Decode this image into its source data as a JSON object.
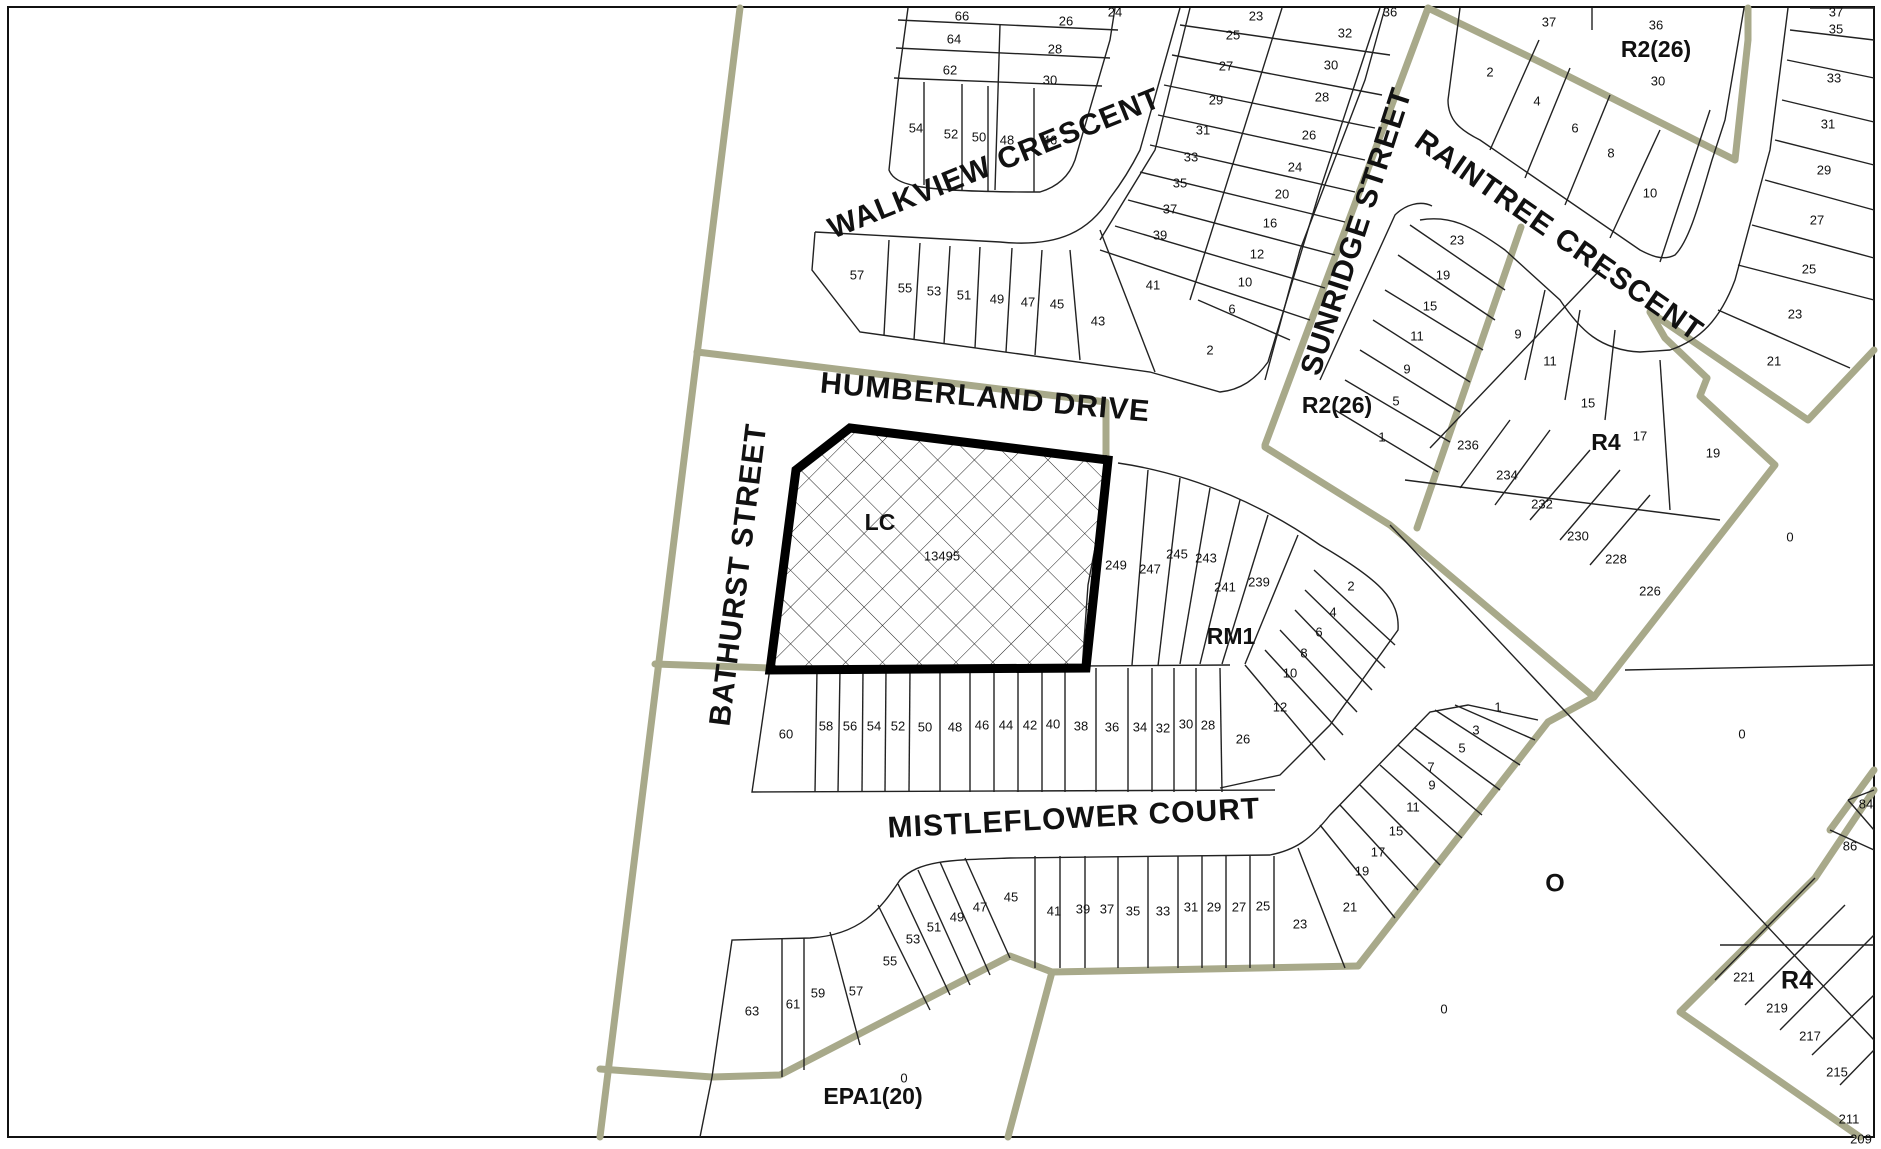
{
  "streets": {
    "walkview": "WALKVIEW CRESCENT",
    "humberland": "HUMBERLAND DRIVE",
    "bathurst": "BATHURST STREET",
    "sunridge": "SUNRIDGE STREET",
    "raintree": "RAINTREE CRESCENT",
    "mistleflower": "MISTLEFLOWER COURT"
  },
  "zones": {
    "lc": "LC",
    "rm1": "RM1",
    "r2_26_a": "R2(26)",
    "r2_26_b": "R2(26)",
    "r4_a": "R4",
    "r4_b": "R4",
    "o": "O",
    "epa1": "EPA1(20)"
  },
  "subject_site": {
    "lot_number": "13495"
  },
  "lots": {
    "walkview_top": [
      "66",
      "64",
      "62",
      "26",
      "28",
      "30",
      "54",
      "52",
      "50",
      "48",
      "46",
      "24"
    ],
    "walkview_bottom": [
      "57",
      "55",
      "53",
      "51",
      "49",
      "47",
      "45",
      "43"
    ],
    "sunridge_west": [
      "23",
      "25",
      "27",
      "29",
      "31",
      "33",
      "35",
      "37",
      "39",
      "41",
      "32",
      "30",
      "28",
      "26",
      "24",
      "20",
      "16",
      "12",
      "10",
      "6",
      "2",
      "36"
    ],
    "raintree": [
      "37",
      "36",
      "2",
      "4",
      "6",
      "8",
      "10",
      "30",
      "37",
      "35",
      "33",
      "31",
      "29",
      "27",
      "25",
      "23",
      "21"
    ],
    "sunridge_east": [
      "23",
      "19",
      "15",
      "11",
      "9",
      "5",
      "1",
      "236",
      "234",
      "232",
      "230",
      "228",
      "226",
      "9",
      "11",
      "15",
      "17",
      "19"
    ],
    "rm1_north": [
      "249",
      "247",
      "245",
      "243",
      "241",
      "239",
      "2",
      "4",
      "6",
      "8",
      "10",
      "12"
    ],
    "mistleflower_north": [
      "60",
      "58",
      "56",
      "54",
      "52",
      "50",
      "48",
      "46",
      "44",
      "42",
      "40",
      "38",
      "36",
      "34",
      "32",
      "30",
      "28",
      "26"
    ],
    "mistleflower_south": [
      "63",
      "61",
      "59",
      "57",
      "55",
      "53",
      "51",
      "49",
      "47",
      "45",
      "41",
      "39",
      "37",
      "35",
      "33",
      "31",
      "29",
      "27",
      "25",
      "23",
      "21",
      "19",
      "17",
      "15",
      "11",
      "9",
      "7",
      "5",
      "3",
      "1"
    ],
    "east": [
      "0",
      "0",
      "0",
      "0",
      "84",
      "86",
      "221",
      "219",
      "217",
      "215",
      "211",
      "209"
    ]
  }
}
